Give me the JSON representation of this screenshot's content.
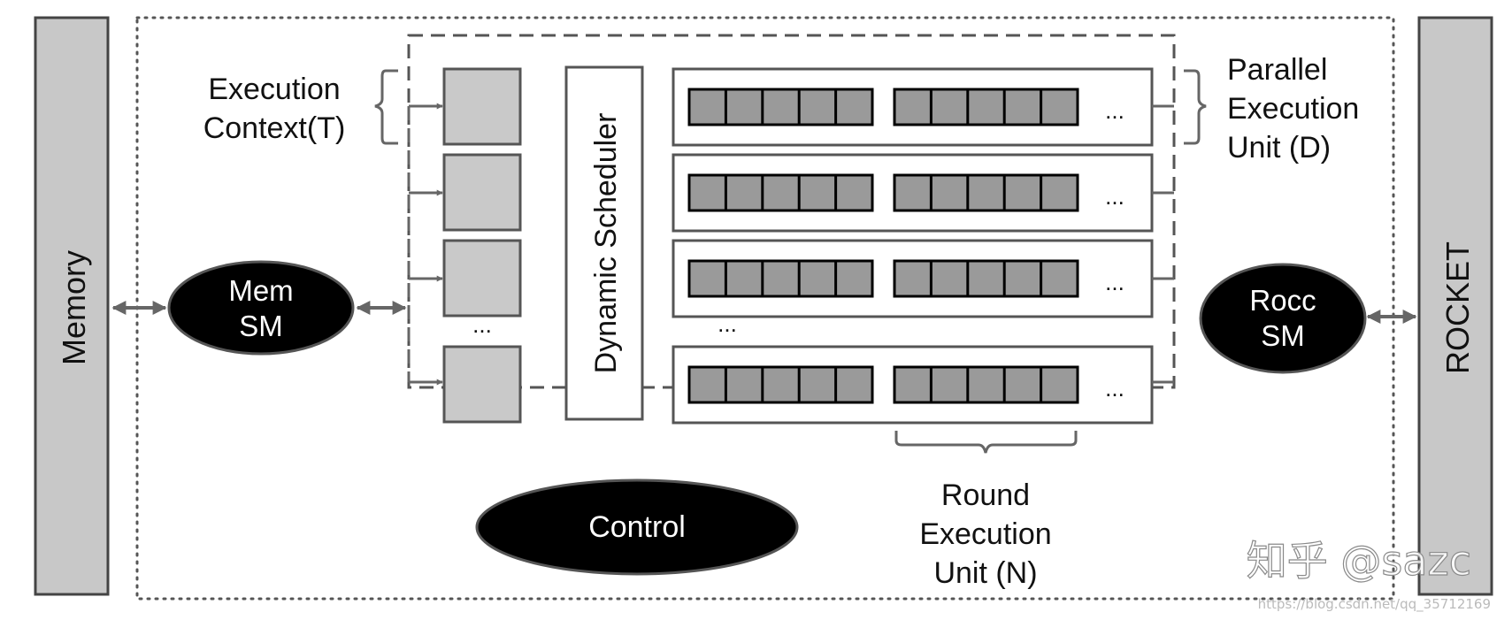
{
  "labels": {
    "memory": "Memory",
    "rocket": "ROCKET",
    "mem_sm": [
      "Mem",
      "SM"
    ],
    "rocc_sm": [
      "Rocc",
      "SM"
    ],
    "control": "Control",
    "dynamic_scheduler": "Dynamic Scheduler",
    "execution_context": [
      "Execution",
      "Context(T)"
    ],
    "parallel_execution_unit": [
      "Parallel",
      "Execution",
      "Unit (D)"
    ],
    "round_execution_unit": [
      "Round",
      "Execution",
      "Unit (N)"
    ],
    "ellipsis": "..."
  },
  "watermark": {
    "brand": "知乎 @sazc",
    "url": "https://blog.csdn.net/qq_35712169"
  },
  "colors": {
    "side_bar_fill": "#c8c8c8",
    "context_box_fill": "#c9c9c9",
    "cell_fill": "#9a9a9a",
    "ellipse_fill": "#000000",
    "outline": "#555555",
    "arrow": "#666666"
  }
}
